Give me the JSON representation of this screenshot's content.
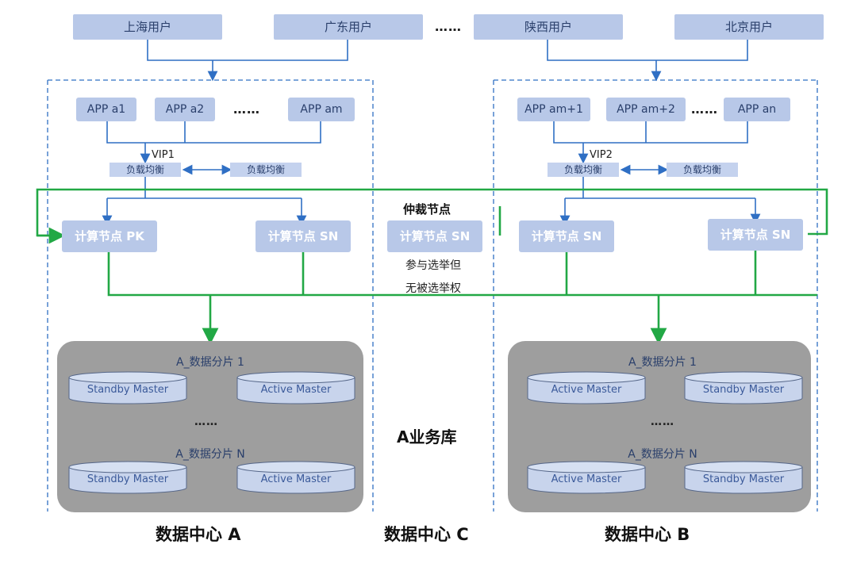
{
  "users": [
    "上海用户",
    "广东用户",
    "陕西用户",
    "北京用户"
  ],
  "users_ellipsis": "……",
  "dc_a": {
    "apps": [
      "APP a1",
      "APP a2",
      "APP am"
    ],
    "apps_ellipsis": "……",
    "vip": "VIP1",
    "lb": [
      "负载均衡",
      "负载均衡"
    ],
    "nodes": [
      "计算节点 PK",
      "计算节点 SN"
    ],
    "shards": [
      {
        "title": "A_数据分片 1",
        "left": "Standby Master",
        "right": "Active Master"
      },
      {
        "title": "A_数据分片 N",
        "left": "Standby Master",
        "right": "Active Master"
      }
    ],
    "shard_ellipsis": "……",
    "label": "数据中心 A"
  },
  "dc_c": {
    "arbiter_title": "仲裁节点",
    "node": "计算节点 SN",
    "note_line1": "参与选举但",
    "note_line2": "无被选举权",
    "biz": "A业务库",
    "label": "数据中心 C"
  },
  "dc_b": {
    "apps": [
      "APP am+1",
      "APP am+2",
      "APP an"
    ],
    "apps_ellipsis": "……",
    "vip": "VIP2",
    "lb": [
      "负载均衡",
      "负载均衡"
    ],
    "nodes": [
      "计算节点 SN",
      "计算节点 SN"
    ],
    "shards": [
      {
        "title": "A_数据分片 1",
        "left": "Active Master",
        "right": "Standby Master"
      },
      {
        "title": "A_数据分片 N",
        "left": "Active Master",
        "right": "Standby Master"
      }
    ],
    "shard_ellipsis": "……",
    "label": "数据中心 B"
  },
  "colors": {
    "box": "#b8c8e8",
    "blue_line": "#2f6fc4",
    "green_line": "#22a845",
    "panel": "#9e9e9e",
    "dash": "#2f6fc4"
  }
}
